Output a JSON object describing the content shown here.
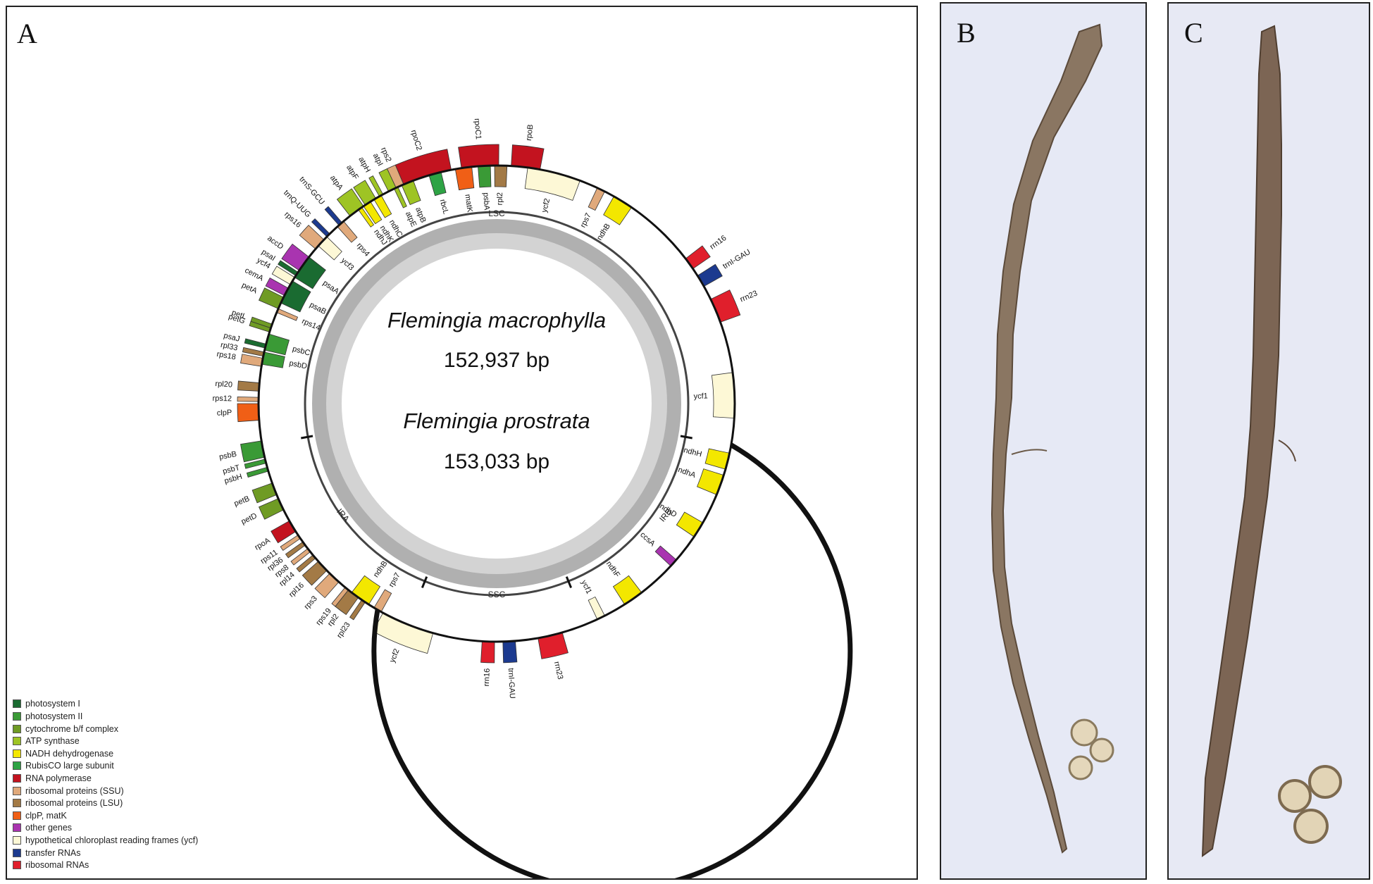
{
  "panels": {
    "a": {
      "letter": "A"
    },
    "b": {
      "letter": "B"
    },
    "c": {
      "letter": "C"
    }
  },
  "map": {
    "species_1": "Flemingia macrophylla",
    "length_1": "152,937 bp",
    "species_2": "Flemingia prostrata",
    "length_2": "153,033 bp",
    "regions": [
      "LSC",
      "IRB",
      "SSC",
      "IRA"
    ]
  },
  "legend": [
    {
      "label": "photosystem I",
      "color": "#1a6b31"
    },
    {
      "label": "photosystem II",
      "color": "#3a9a36"
    },
    {
      "label": "cytochrome b/f complex",
      "color": "#6f9b24"
    },
    {
      "label": "ATP synthase",
      "color": "#9ec424"
    },
    {
      "label": "NADH dehydrogenase",
      "color": "#f3e700"
    },
    {
      "label": "RubisCO large subunit",
      "color": "#2ea345"
    },
    {
      "label": "RNA polymerase",
      "color": "#c3131f"
    },
    {
      "label": "ribosomal proteins (SSU)",
      "color": "#e0a97b"
    },
    {
      "label": "ribosomal proteins (LSU)",
      "color": "#a37a46"
    },
    {
      "label": "clpP, matK",
      "color": "#f05f16"
    },
    {
      "label": "other genes",
      "color": "#a934b0"
    },
    {
      "label": "hypothetical chloroplast reading frames (ycf)",
      "color": "#fdf8d6"
    },
    {
      "label": "transfer RNAs",
      "color": "#1c3a8f"
    },
    {
      "label": "ribosomal RNAs",
      "color": "#e01f2c"
    }
  ],
  "genes": [
    {
      "name": "rpoC2",
      "cat": 6,
      "a": -17,
      "w": 12,
      "side": "out"
    },
    {
      "name": "rpoC1",
      "cat": 6,
      "a": -4,
      "w": 9,
      "side": "out"
    },
    {
      "name": "rpoB",
      "cat": 6,
      "a": 7,
      "w": 7,
      "side": "out"
    },
    {
      "name": "rps2",
      "cat": 7,
      "a": -24,
      "w": 2,
      "side": "out"
    },
    {
      "name": "atpI",
      "cat": 3,
      "a": -26,
      "w": 2,
      "side": "out"
    },
    {
      "name": "atpH",
      "cat": 3,
      "a": -29,
      "w": 1,
      "side": "out"
    },
    {
      "name": "atpF",
      "cat": 3,
      "a": -32,
      "w": 3,
      "side": "out"
    },
    {
      "name": "atpA",
      "cat": 3,
      "a": -36,
      "w": 4,
      "side": "out"
    },
    {
      "name": "trnS-GCU",
      "cat": 12,
      "a": -41,
      "w": 1,
      "side": "out"
    },
    {
      "name": "trnQ-UUG",
      "cat": 12,
      "a": -45,
      "w": 1,
      "side": "out"
    },
    {
      "name": "rps16",
      "cat": 7,
      "a": -48,
      "w": 3,
      "side": "out"
    },
    {
      "name": "accD",
      "cat": 10,
      "a": -54,
      "w": 4,
      "side": "out"
    },
    {
      "name": "psaI",
      "cat": 0,
      "a": -57,
      "w": 1,
      "side": "out"
    },
    {
      "name": "ycf4",
      "cat": 11,
      "a": -59,
      "w": 2,
      "side": "out"
    },
    {
      "name": "cemA",
      "cat": 10,
      "a": -62,
      "w": 2,
      "side": "out"
    },
    {
      "name": "petA",
      "cat": 2,
      "a": -65,
      "w": 3,
      "side": "out"
    },
    {
      "name": "petL",
      "cat": 2,
      "a": -71,
      "w": 1,
      "side": "out"
    },
    {
      "name": "petG",
      "cat": 2,
      "a": -72,
      "w": 1,
      "side": "out"
    },
    {
      "name": "psaJ",
      "cat": 0,
      "a": -76,
      "w": 1,
      "side": "out"
    },
    {
      "name": "rpl33",
      "cat": 8,
      "a": -78,
      "w": 1,
      "side": "out"
    },
    {
      "name": "rps18",
      "cat": 7,
      "a": -80,
      "w": 2,
      "side": "out"
    },
    {
      "name": "rpl20",
      "cat": 8,
      "a": -86,
      "w": 2,
      "side": "out"
    },
    {
      "name": "rps12",
      "cat": 7,
      "a": -89,
      "w": 1,
      "side": "out"
    },
    {
      "name": "clpP",
      "cat": 9,
      "a": -92,
      "w": 4,
      "side": "out"
    },
    {
      "name": "psbB",
      "cat": 1,
      "a": -101,
      "w": 4,
      "side": "out"
    },
    {
      "name": "psbT",
      "cat": 1,
      "a": -104,
      "w": 1,
      "side": "out"
    },
    {
      "name": "psbH",
      "cat": 1,
      "a": -106,
      "w": 1,
      "side": "out"
    },
    {
      "name": "petB",
      "cat": 2,
      "a": -111,
      "w": 3,
      "side": "out"
    },
    {
      "name": "petD",
      "cat": 2,
      "a": -115,
      "w": 3,
      "side": "out"
    },
    {
      "name": "rpoA",
      "cat": 6,
      "a": -121,
      "w": 3,
      "side": "out"
    },
    {
      "name": "rps11",
      "cat": 7,
      "a": -124,
      "w": 1,
      "side": "out"
    },
    {
      "name": "rpl36",
      "cat": 8,
      "a": -126,
      "w": 1,
      "side": "out"
    },
    {
      "name": "rps8",
      "cat": 7,
      "a": -128,
      "w": 1,
      "side": "out"
    },
    {
      "name": "rpl14",
      "cat": 8,
      "a": -130,
      "w": 1,
      "side": "out"
    },
    {
      "name": "rpl16",
      "cat": 8,
      "a": -133,
      "w": 3,
      "side": "out"
    },
    {
      "name": "rps3",
      "cat": 7,
      "a": -137,
      "w": 3,
      "side": "out"
    },
    {
      "name": "rps19",
      "cat": 7,
      "a": -141,
      "w": 1,
      "side": "out"
    },
    {
      "name": "rpl2",
      "cat": 8,
      "a": -143,
      "w": 3,
      "side": "out"
    },
    {
      "name": "rpl23",
      "cat": 8,
      "a": -146,
      "w": 1,
      "side": "out"
    },
    {
      "name": "ycf2",
      "cat": 11,
      "a": -158,
      "w": 13,
      "side": "out"
    },
    {
      "name": "ndhB",
      "cat": 4,
      "a": 215,
      "w": 5,
      "side": "in"
    },
    {
      "name": "rps7",
      "cat": 7,
      "a": 210,
      "w": 2,
      "side": "in"
    },
    {
      "name": "rrn16",
      "cat": 13,
      "a": 182,
      "w": 3,
      "side": "out"
    },
    {
      "name": "trnI-GAU",
      "cat": 12,
      "a": 177,
      "w": 3,
      "side": "out"
    },
    {
      "name": "rrn23",
      "cat": 13,
      "a": 167,
      "w": 6,
      "side": "out"
    },
    {
      "name": "ycf1",
      "cat": 11,
      "a": 154,
      "w": 2,
      "side": "in"
    },
    {
      "name": "ndhF",
      "cat": 4,
      "a": 145,
      "w": 5,
      "side": "in"
    },
    {
      "name": "ccsA",
      "cat": 10,
      "a": 132,
      "w": 2,
      "side": "in"
    },
    {
      "name": "ndhD",
      "cat": 4,
      "a": 122,
      "w": 4,
      "side": "in"
    },
    {
      "name": "ndhA",
      "cat": 4,
      "a": 110,
      "w": 5,
      "side": "in"
    },
    {
      "name": "ndhH",
      "cat": 4,
      "a": 104,
      "w": 4,
      "side": "in"
    },
    {
      "name": "ycf1",
      "cat": 11,
      "a": 88,
      "w": 11,
      "side": "in"
    },
    {
      "name": "rrn23",
      "cat": 13,
      "a": 67,
      "w": 6,
      "side": "out"
    },
    {
      "name": "trnI-GAU",
      "cat": 12,
      "a": 59,
      "w": 3,
      "side": "out"
    },
    {
      "name": "rrn16",
      "cat": 13,
      "a": 54,
      "w": 3,
      "side": "out"
    },
    {
      "name": "ndhB",
      "cat": 4,
      "a": 32,
      "w": 5,
      "side": "in"
    },
    {
      "name": "rps7",
      "cat": 7,
      "a": 26,
      "w": 2,
      "side": "in"
    },
    {
      "name": "ycf2",
      "cat": 11,
      "a": 14,
      "w": 13,
      "side": "in"
    },
    {
      "name": "rpl2",
      "cat": 8,
      "a": 1,
      "w": 3,
      "side": "in"
    },
    {
      "name": "psbA",
      "cat": 1,
      "a": -3,
      "w": 3,
      "side": "in"
    },
    {
      "name": "matK",
      "cat": 9,
      "a": -8,
      "w": 4,
      "side": "in"
    },
    {
      "name": "rbcL",
      "cat": 5,
      "a": -15,
      "w": 3,
      "side": "in"
    },
    {
      "name": "atpB",
      "cat": 3,
      "a": -22,
      "w": 3,
      "side": "in"
    },
    {
      "name": "atpE",
      "cat": 3,
      "a": -25,
      "w": 1,
      "side": "in"
    },
    {
      "name": "ndhC",
      "cat": 4,
      "a": -30,
      "w": 2,
      "side": "in"
    },
    {
      "name": "ndhK",
      "cat": 4,
      "a": -33,
      "w": 2,
      "side": "in"
    },
    {
      "name": "ndhJ",
      "cat": 4,
      "a": -35,
      "w": 1,
      "side": "in"
    },
    {
      "name": "rps4",
      "cat": 7,
      "a": -41,
      "w": 2,
      "side": "in"
    },
    {
      "name": "ycf3",
      "cat": 11,
      "a": -47,
      "w": 3,
      "side": "in"
    },
    {
      "name": "psaA",
      "cat": 0,
      "a": -55,
      "w": 6,
      "side": "in"
    },
    {
      "name": "psaB",
      "cat": 0,
      "a": -62,
      "w": 6,
      "side": "in"
    },
    {
      "name": "rps14",
      "cat": 7,
      "a": -67,
      "w": 1,
      "side": "in"
    },
    {
      "name": "psbC",
      "cat": 1,
      "a": -75,
      "w": 4,
      "side": "in"
    },
    {
      "name": "psbD",
      "cat": 1,
      "a": -79,
      "w": 3,
      "side": "in"
    }
  ]
}
